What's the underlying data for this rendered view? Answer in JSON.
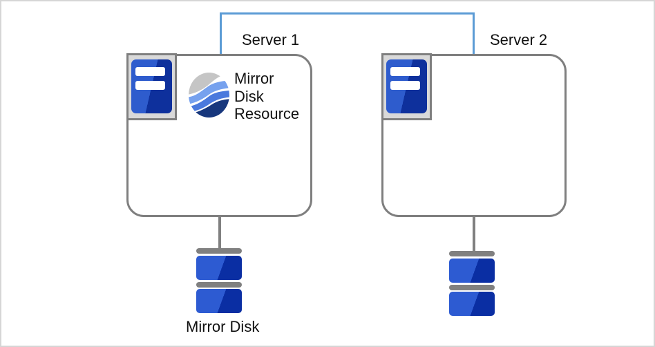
{
  "servers": [
    {
      "label": "Server 1"
    },
    {
      "label": "Server 2"
    }
  ],
  "resource": {
    "name": "Mirror Disk Resource",
    "lines": [
      "Mirror",
      "Disk",
      "Resource"
    ]
  },
  "disks": {
    "left_label": "Mirror Disk"
  },
  "colors": {
    "connector_blue": "#5B9BD5",
    "outline_gray": "#7F7F7F",
    "link_gray": "#808080",
    "icon_frame_gray": "#D9D9D9",
    "server_icon_blue": "#2E5CCD",
    "server_icon_dark_blue": "#0E309C",
    "disk_blue": "#2D5BD2",
    "disk_dark_blue": "#0A2EA3",
    "logo_gray": "#C5C5C5",
    "logo_light_blue": "#76A1EE",
    "logo_mid_blue": "#4A79DD",
    "logo_navy": "#17377D",
    "canvas_border": "#D6D6D6"
  }
}
